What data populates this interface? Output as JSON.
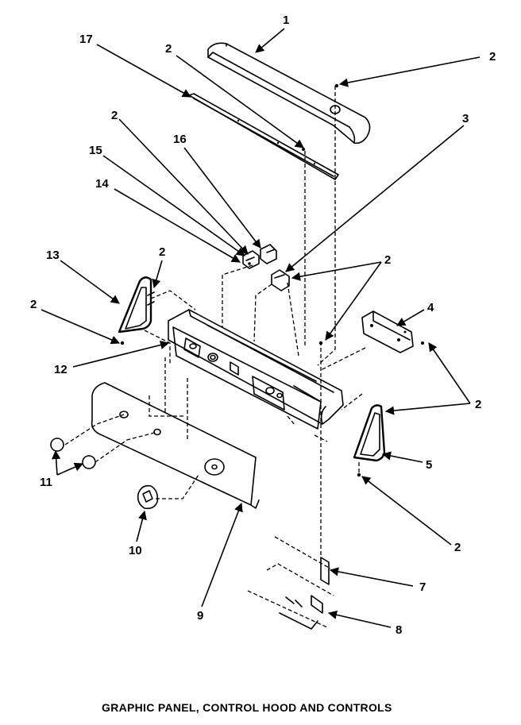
{
  "title": "GRAPHIC PANEL, CONTROL HOOD AND CONTROLS",
  "callouts": [
    {
      "id": "c1",
      "label": "1"
    },
    {
      "id": "c2a",
      "label": "2"
    },
    {
      "id": "c2b",
      "label": "2"
    },
    {
      "id": "c17",
      "label": "17"
    },
    {
      "id": "c3",
      "label": "3"
    },
    {
      "id": "c2c",
      "label": "2"
    },
    {
      "id": "c16",
      "label": "16"
    },
    {
      "id": "c15",
      "label": "15"
    },
    {
      "id": "c14",
      "label": "14"
    },
    {
      "id": "c13",
      "label": "13"
    },
    {
      "id": "c2d",
      "label": "2"
    },
    {
      "id": "c2e",
      "label": "2"
    },
    {
      "id": "c2f",
      "label": "2"
    },
    {
      "id": "c4",
      "label": "4"
    },
    {
      "id": "c12",
      "label": "12"
    },
    {
      "id": "c2g",
      "label": "2"
    },
    {
      "id": "c5",
      "label": "5"
    },
    {
      "id": "c11",
      "label": "11"
    },
    {
      "id": "c2h",
      "label": "2"
    },
    {
      "id": "c10",
      "label": "10"
    },
    {
      "id": "c9",
      "label": "9"
    },
    {
      "id": "c7",
      "label": "7"
    },
    {
      "id": "c8",
      "label": "8"
    }
  ]
}
